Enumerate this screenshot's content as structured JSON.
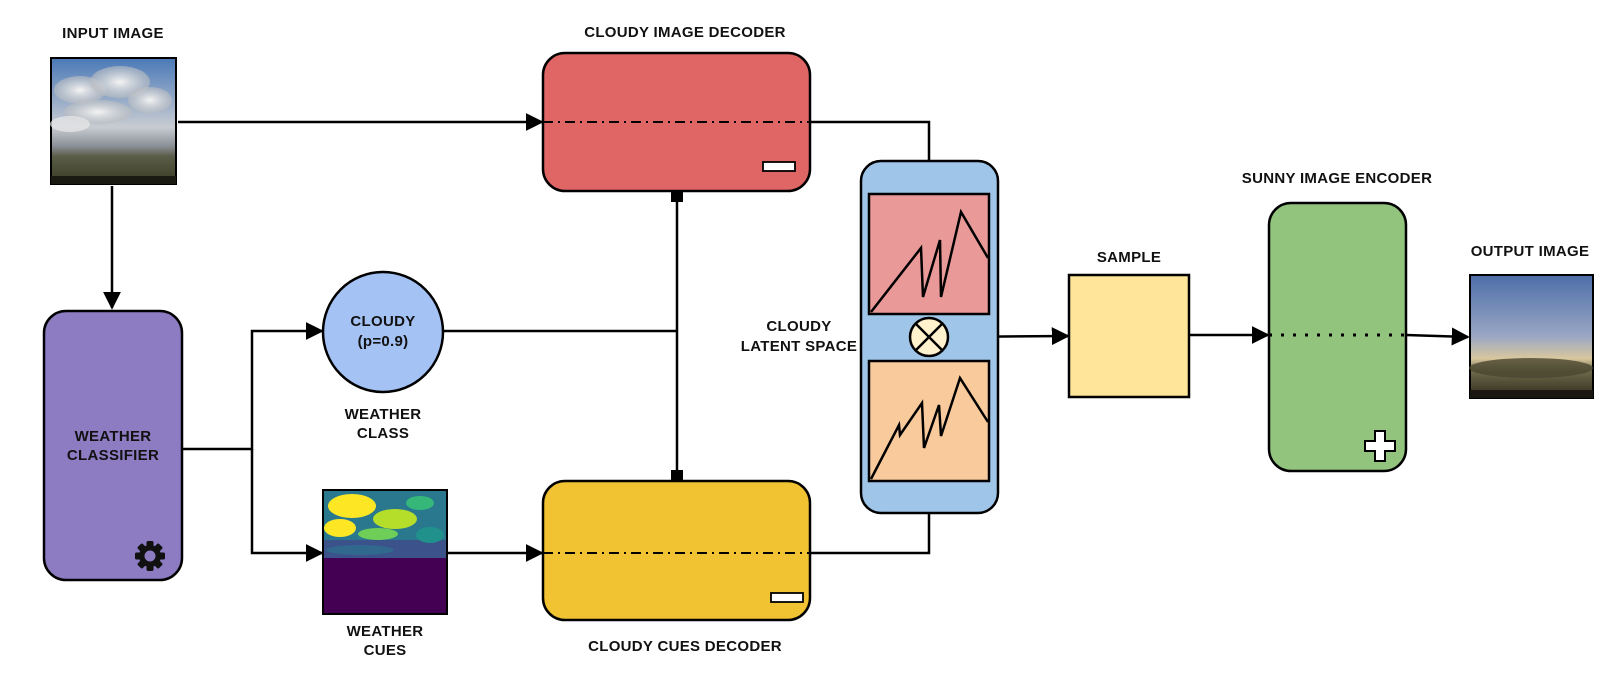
{
  "labels": {
    "input_image": "INPUT IMAGE",
    "cloudy_image_decoder": "CLOUDY IMAGE DECODER",
    "weather_classifier_line1": "WEATHER",
    "weather_classifier_line2": "CLASSIFIER",
    "cloudy_class_line1": "CLOUDY",
    "cloudy_class_line2": "(p=0.9)",
    "weather_class_line1": "WEATHER",
    "weather_class_line2": "CLASS",
    "weather_cues_line1": "WEATHER",
    "weather_cues_line2": "CUES",
    "cloudy_cues_decoder": "CLOUDY CUES DECODER",
    "cloudy_latent_space_line1": "CLOUDY",
    "cloudy_latent_space_line2": "LATENT SPACE",
    "sample": "SAMPLE",
    "sunny_image_encoder": "SUNNY IMAGE ENCODER",
    "output_image": "OUTPUT IMAGE"
  },
  "icons": {
    "classifier_icon": "gear-icon",
    "decoder_icon": "minus-icon",
    "encoder_icon": "plus-icon",
    "latent_op_icon": "multiply-circle-icon"
  },
  "colors": {
    "cloudy_image_decoder": "#e06666",
    "cloudy_cues_decoder": "#f1c232",
    "weather_classifier": "#8e7cc3",
    "weather_class": "#a4c2f4",
    "latent_space": "#9fc5e8",
    "latent_top": "#ea9999",
    "latent_bottom": "#f9cb9c",
    "sample": "#ffe599",
    "sunny_image_encoder": "#93c47d"
  }
}
